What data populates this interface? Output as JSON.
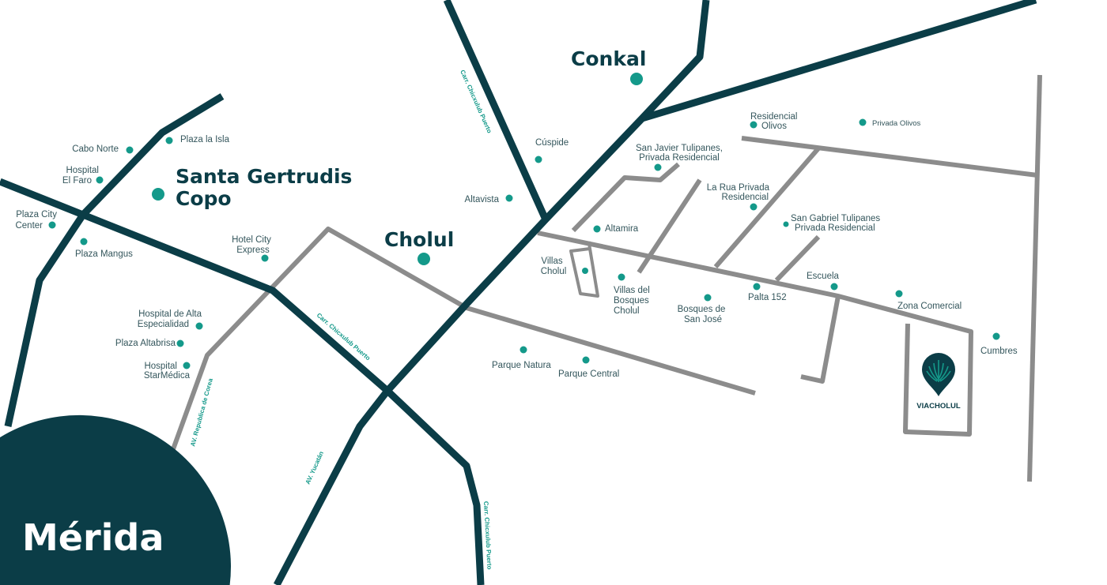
{
  "towns": {
    "conkal": "Conkal",
    "santa_line1": "Santa Gertrudis",
    "santa_line2": "Copo",
    "cholul": "Cholul",
    "merida": "Mérida"
  },
  "places": {
    "cabo_norte": "Cabo Norte",
    "plaza_la_isla": "Plaza la Isla",
    "hospital_faro_1": "Hospital",
    "hospital_faro_2": "El Faro",
    "plaza_city_1": "Plaza City",
    "plaza_city_2": "Center",
    "plaza_mangus": "Plaza Mangus",
    "hotel_city_1": "Hotel City",
    "hotel_city_2": "Express",
    "hosp_alta_1": "Hospital de Alta",
    "hosp_alta_2": "Especialidad",
    "plaza_altabrisa": "Plaza Altabrisa",
    "starmedica_1": "Hospital",
    "starmedica_2": "StarMédica",
    "cuspide": "Cúspide",
    "altavista": "Altavista",
    "san_javier_1": "San Javier Tulipanes,",
    "san_javier_2": "Privada Residencial",
    "res_olivos_1": "Residencial",
    "res_olivos_2": "Olivos",
    "privada_olivos": "Privada Olivos",
    "la_rua_1": "La Rua Privada",
    "la_rua_2": "Residencial",
    "san_gabriel_1": "San Gabriel Tulipanes",
    "san_gabriel_2": "Privada Residencial",
    "altamira": "Altamira",
    "villas_cholul_1": "Villas",
    "villas_cholul_2": "Cholul",
    "villas_bosques_1": "Villas del",
    "villas_bosques_2": "Bosques",
    "villas_bosques_3": "Cholul",
    "bosques_sj_1": "Bosques de",
    "bosques_sj_2": "San José",
    "palta": "Palta 152",
    "escuela": "Escuela",
    "zona_comercial": "Zona Comercial",
    "cumbres": "Cumbres",
    "parque_natura": "Parque Natura",
    "parque_central": "Parque Central"
  },
  "roads": {
    "chicxulub_north": "Carr. Chicxulub Puerto",
    "chicxulub_mid": "Carr. Chicxulub Puerto",
    "chicxulub_south": "Carr. Chicxulub Puerto",
    "corea": "AV. Republica de Corea",
    "yucatan": "AV. Yucatán"
  },
  "brand": {
    "name": "VIACHOLUL"
  },
  "colors": {
    "road_primary": "#0b3d47",
    "road_secondary": "#8c8c8c",
    "poi": "#14998a"
  }
}
